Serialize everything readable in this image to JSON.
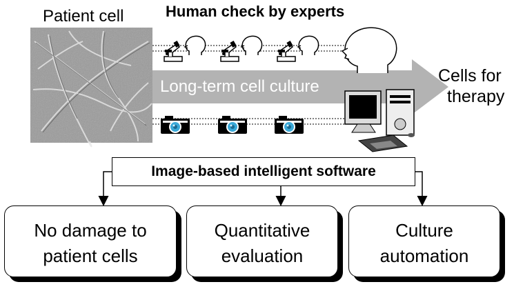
{
  "patient_cell_label": "Patient cell",
  "expert_check_label": "Human check by experts",
  "culture_label": "Long-term cell culture",
  "result_label_line1": "Cells for",
  "result_label_line2": "therapy",
  "software_label": "Image-based intelligent software",
  "outcomes": [
    {
      "line1": "No damage to",
      "line2": "patient cells"
    },
    {
      "line1": "Quantitative",
      "line2": "evaluation"
    },
    {
      "line1": "Culture",
      "line2": "automation"
    }
  ],
  "icons": [
    "microscope-icon",
    "head-icon",
    "camera-icon",
    "computer-icon"
  ],
  "colors": {
    "arrow": "#b3b3b3",
    "arrow_text": "#ffffff",
    "camera_lens": "#3aa9d8",
    "cell_image": "#9a9a9a"
  }
}
